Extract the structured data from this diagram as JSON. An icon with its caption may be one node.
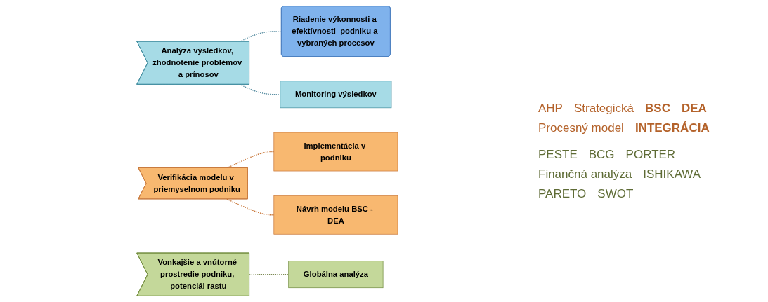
{
  "diagram": {
    "nodes": [
      {
        "text": [
          "Riadenie výkonnosti a efektívnosti  podniku a vybraných procesov"
        ]
      },
      {
        "text": [
          "Analýza výsledkov, zhodnotenie problémov a prínosov"
        ]
      },
      {
        "text": [
          "Monitoring výsledkov"
        ]
      },
      {
        "text": [
          "Verifikácia modelu v priemyselnom podniku"
        ]
      },
      {
        "text": [
          "Implementácia v podniku"
        ]
      },
      {
        "text": [
          "Návrh modelu BSC - DEA"
        ]
      },
      {
        "text": [
          "Vonkajšie a vnútorné prostredie podniku, potenciál rastu"
        ]
      },
      {
        "text": [
          "Globálna analýza"
        ]
      }
    ],
    "edges": [
      {
        "from": 1,
        "to": 0,
        "arrow": "none",
        "style": "dashed",
        "color": "#5b8fa3"
      },
      {
        "from": 1,
        "to": 2,
        "arrow": "none",
        "style": "dashed",
        "color": "#5b8fa3"
      },
      {
        "from": 3,
        "to": 4,
        "arrow": "none",
        "style": "dashed",
        "color": "#c8773a"
      },
      {
        "from": 3,
        "to": 5,
        "arrow": "none",
        "style": "dashed",
        "color": "#c8773a"
      },
      {
        "from": 6,
        "to": 7,
        "arrow": "none",
        "style": "dashed",
        "color": "#7d8a55"
      }
    ],
    "labels": [
      "AHP",
      "Strategická",
      "BSC",
      "DEA",
      "Procesný model",
      "INTEGRÁCIA",
      "PESTE",
      "BCG",
      "PORTER",
      "Finančná analýza",
      "ISHIKAWA",
      "PARETO",
      "SWOT"
    ]
  }
}
